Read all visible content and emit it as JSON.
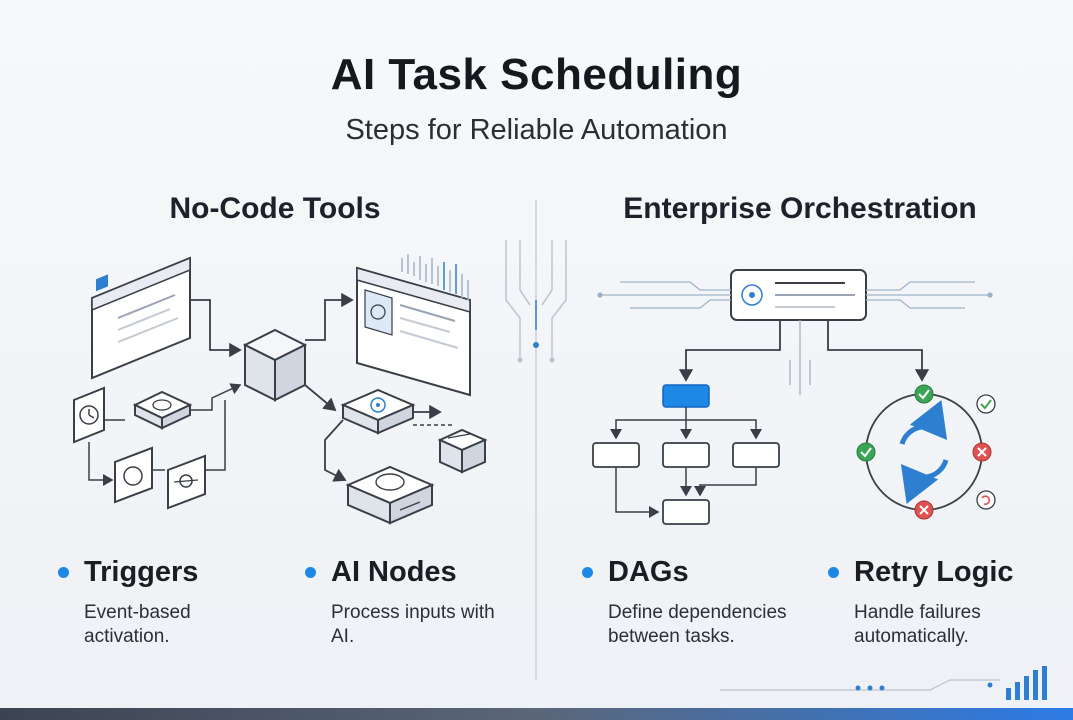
{
  "title": "AI Task Scheduling",
  "subtitle": "Steps for Reliable Automation",
  "sections": {
    "left": "No-Code Tools",
    "right": "Enterprise Orchestration"
  },
  "items": [
    {
      "title": "Triggers",
      "desc": "Event-based activation."
    },
    {
      "title": "AI Nodes",
      "desc": "Process inputs with AI."
    },
    {
      "title": "DAGs",
      "desc": "Define dependencies between tasks."
    },
    {
      "title": "Retry Logic",
      "desc": "Handle failures automatically."
    }
  ],
  "colors": {
    "accent": "#1e88e5",
    "success": "#3aa655",
    "error": "#e05252",
    "line": "#3a3f47"
  }
}
